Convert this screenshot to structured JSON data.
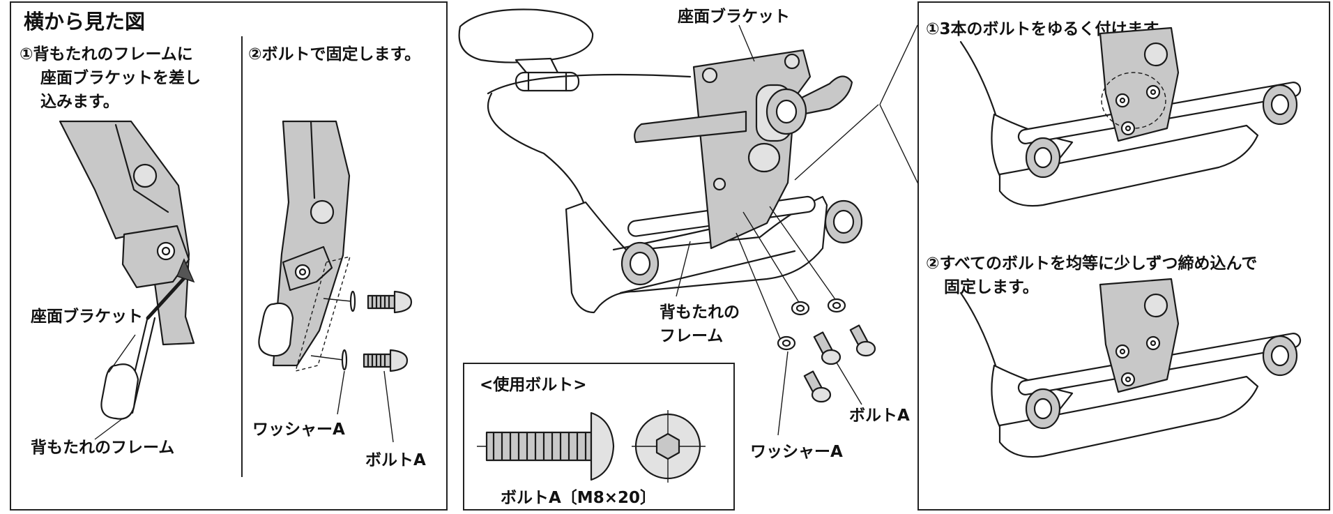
{
  "side_view": {
    "title": "横から見た図",
    "step1": {
      "line1": "①背もたれのフレームに",
      "line2": "座面ブラケットを差し",
      "line3": "込みます。"
    },
    "step2": "②ボルトで固定します。",
    "label_bracket": "座面ブラケット",
    "label_frame": "背もたれのフレーム",
    "label_washer": "ワッシャーA",
    "label_bolt": "ボルトA"
  },
  "main_view": {
    "label_bracket": "座面ブラケット",
    "label_frame_line1": "背もたれの",
    "label_frame_line2": "フレーム",
    "label_bolt": "ボルトA",
    "label_washer": "ワッシャーA"
  },
  "bolt_box": {
    "title": "<使用ボルト>",
    "caption": "ボルトA〔M8×20〕"
  },
  "detail": {
    "step1": "①3本のボルトをゆるく付けます。",
    "step2_line1": "②すべてのボルトを均等に少しずつ締め込んで",
    "step2_line2": "固定します。"
  }
}
